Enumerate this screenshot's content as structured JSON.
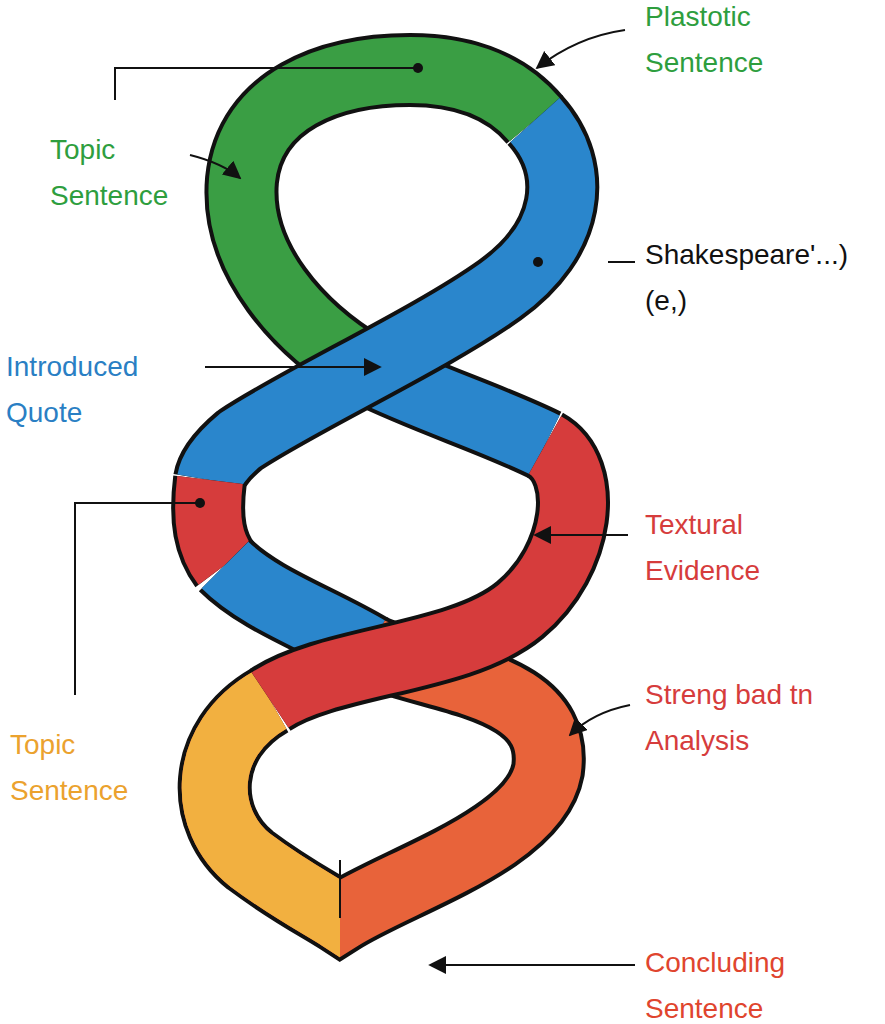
{
  "diagram": {
    "labels": [
      "Plastotic Sentence",
      "Topic Sentence",
      "Shakespeare'...) (e,)",
      "Introduced Quote",
      "Textural Evidence",
      "Streng bad tn Analysis",
      "Topic Sentence",
      "Concluding Sentence"
    ]
  }
}
